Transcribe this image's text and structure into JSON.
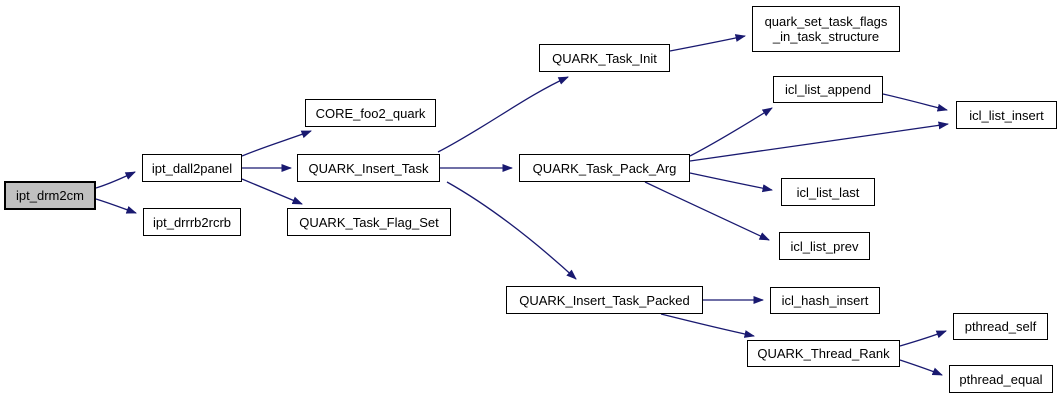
{
  "diagram": {
    "type": "call-graph",
    "background_color": "#ffffff",
    "colors": {
      "edge": "#191970",
      "node_border": "#000000",
      "node_fill": "#ffffff",
      "root_node_fill": "#c0c0c0",
      "text": "#000000"
    },
    "nodes": {
      "ipt_drm2cm": {
        "label": "ipt_drm2cm",
        "role": "root"
      },
      "ipt_dall2panel": {
        "label": "ipt_dall2panel"
      },
      "ipt_drrrb2rcrb": {
        "label": "ipt_drrrb2rcrb"
      },
      "CORE_foo2_quark": {
        "label": "CORE_foo2_quark"
      },
      "QUARK_Insert_Task": {
        "label": "QUARK_Insert_Task"
      },
      "QUARK_Task_Flag_Set": {
        "label": "QUARK_Task_Flag_Set"
      },
      "QUARK_Task_Init": {
        "label": "QUARK_Task_Init"
      },
      "quark_set_task_flags_in_task_structure": {
        "label": "quark_set_task_flags\n_in_task_structure"
      },
      "QUARK_Task_Pack_Arg": {
        "label": "QUARK_Task_Pack_Arg"
      },
      "icl_list_append": {
        "label": "icl_list_append"
      },
      "icl_list_insert": {
        "label": "icl_list_insert"
      },
      "icl_list_last": {
        "label": "icl_list_last"
      },
      "icl_list_prev": {
        "label": "icl_list_prev"
      },
      "QUARK_Insert_Task_Packed": {
        "label": "QUARK_Insert_Task_Packed"
      },
      "icl_hash_insert": {
        "label": "icl_hash_insert"
      },
      "QUARK_Thread_Rank": {
        "label": "QUARK_Thread_Rank"
      },
      "pthread_self": {
        "label": "pthread_self"
      },
      "pthread_equal": {
        "label": "pthread_equal"
      }
    },
    "edges": [
      {
        "from": "ipt_drm2cm",
        "to": "ipt_dall2panel"
      },
      {
        "from": "ipt_drm2cm",
        "to": "ipt_drrrb2rcrb"
      },
      {
        "from": "ipt_dall2panel",
        "to": "CORE_foo2_quark"
      },
      {
        "from": "ipt_dall2panel",
        "to": "QUARK_Insert_Task"
      },
      {
        "from": "ipt_dall2panel",
        "to": "QUARK_Task_Flag_Set"
      },
      {
        "from": "QUARK_Insert_Task",
        "to": "QUARK_Task_Init"
      },
      {
        "from": "QUARK_Insert_Task",
        "to": "QUARK_Task_Pack_Arg"
      },
      {
        "from": "QUARK_Insert_Task",
        "to": "QUARK_Insert_Task_Packed"
      },
      {
        "from": "QUARK_Task_Init",
        "to": "quark_set_task_flags_in_task_structure"
      },
      {
        "from": "QUARK_Task_Pack_Arg",
        "to": "icl_list_append"
      },
      {
        "from": "QUARK_Task_Pack_Arg",
        "to": "icl_list_insert"
      },
      {
        "from": "icl_list_append",
        "to": "icl_list_insert"
      },
      {
        "from": "QUARK_Task_Pack_Arg",
        "to": "icl_list_last"
      },
      {
        "from": "QUARK_Task_Pack_Arg",
        "to": "icl_list_prev"
      },
      {
        "from": "QUARK_Insert_Task_Packed",
        "to": "icl_hash_insert"
      },
      {
        "from": "QUARK_Insert_Task_Packed",
        "to": "QUARK_Thread_Rank"
      },
      {
        "from": "QUARK_Thread_Rank",
        "to": "pthread_self"
      },
      {
        "from": "QUARK_Thread_Rank",
        "to": "pthread_equal"
      }
    ]
  }
}
